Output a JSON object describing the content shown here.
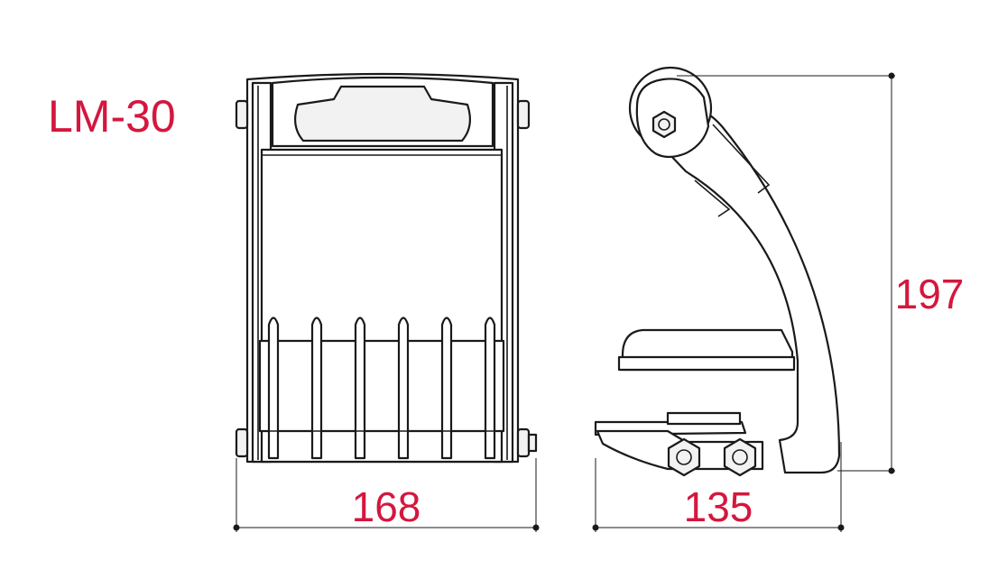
{
  "model": {
    "label": "LM-30"
  },
  "dimensions": {
    "width": {
      "value": "168"
    },
    "depth": {
      "value": "135"
    },
    "height": {
      "value": "197"
    }
  },
  "colors": {
    "accent": "#d4173e",
    "stroke": "#1a1a1a",
    "fill_light": "#ffffff",
    "fill_shade": "#f2f2f2"
  }
}
